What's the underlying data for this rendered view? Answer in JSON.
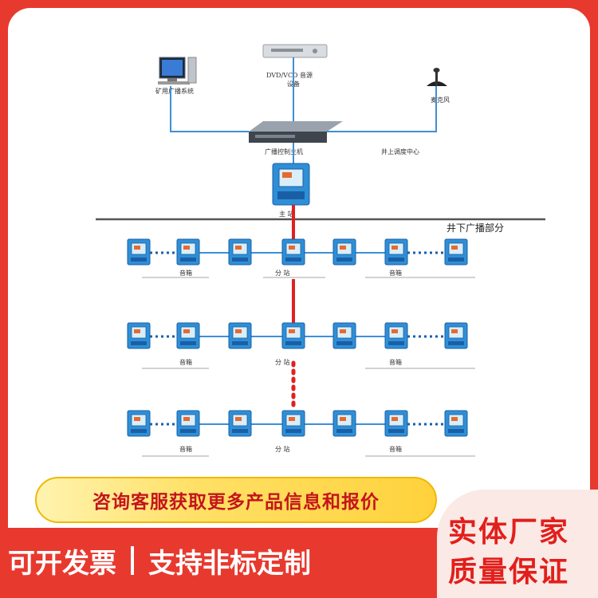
{
  "diagram": {
    "computer_label": "矿用广播系统",
    "dvd_label_line1": "DVD/VCD 音源",
    "dvd_label_line2": "设备",
    "microphone_label": "麦克风",
    "host_label": "广播控制主机",
    "dispatch_center_label": "井上调度中心",
    "main_station_label": "主 站",
    "underground_label": "井下广播部分",
    "speaker_label": "音箱",
    "substation_label": "分 站"
  },
  "promo": {
    "consult_text": "咨询客服获取更多产品信息和报价",
    "invoice_text": "可开发票",
    "custom_text": "支持非标定制",
    "badge_line1": "实体厂家",
    "badge_line2": "质量保证"
  },
  "colors": {
    "brand_red": "#e8392f",
    "banner_yellow": "#ffe066",
    "device_blue": "#2f8fd6",
    "trunk_red": "#e02020"
  }
}
